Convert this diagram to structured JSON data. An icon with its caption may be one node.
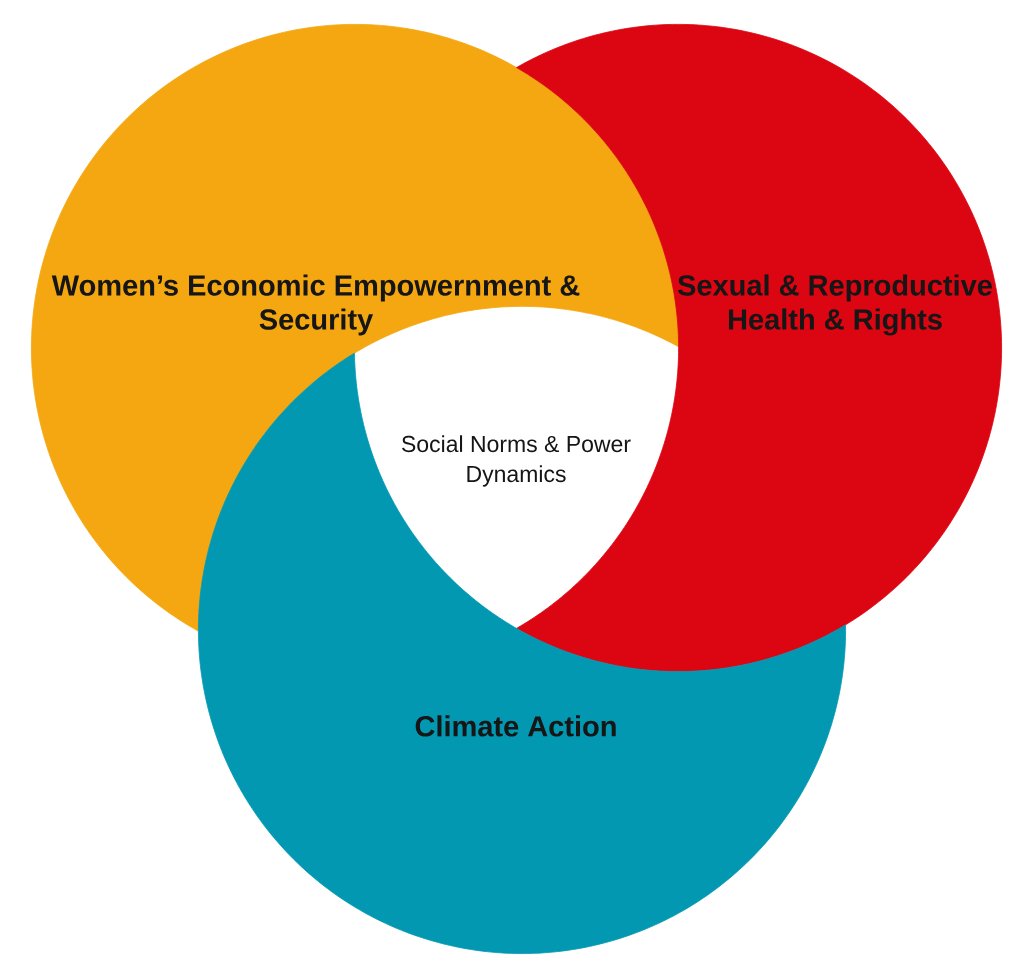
{
  "diagram": {
    "nodes": [
      {
        "text": [
          "Women’s Economic Empowernment & Security"
        ]
      },
      {
        "text": [
          "Sexual & Reproductive Health & Rights"
        ]
      },
      {
        "text": [
          "Social Norms & Power Dynamics"
        ]
      },
      {
        "text": [
          "Climate Action"
        ]
      }
    ]
  }
}
